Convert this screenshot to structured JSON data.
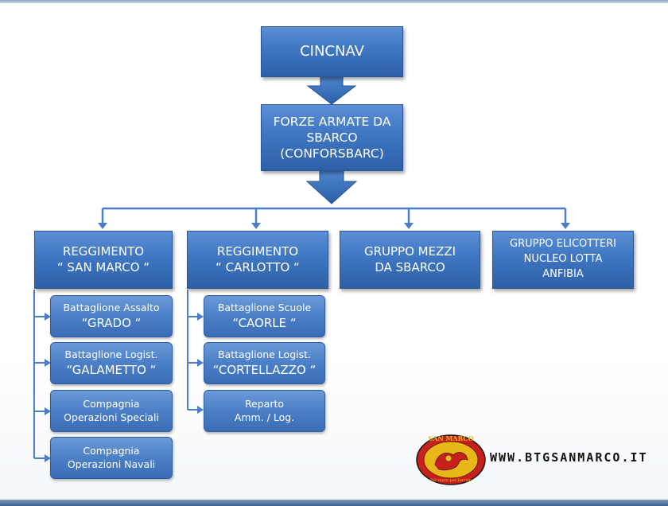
{
  "top": {
    "label": "CINCNAV"
  },
  "command": {
    "lines": [
      "FORZE ARMATE  DA",
      "SBARCO",
      "(CONFORSBARC)"
    ]
  },
  "units": [
    {
      "lines": [
        "REGGIMENTO",
        "“ SAN MARCO “"
      ],
      "subunits": [
        {
          "lines": [
            "Battaglione Assalto",
            "“GRADO “"
          ]
        },
        {
          "lines": [
            "Battaglione Logist.",
            "“GALAMETTO “"
          ]
        },
        {
          "lines": [
            "Compagnia",
            "Operazioni Speciali"
          ]
        },
        {
          "lines": [
            "Compagnia",
            "Operazioni Navali"
          ]
        }
      ]
    },
    {
      "lines": [
        "REGGIMENTO",
        "“ CARLOTTO “"
      ],
      "subunits": [
        {
          "lines": [
            "Battaglione Scuole",
            "“CAORLE “"
          ]
        },
        {
          "lines": [
            "Battaglione Logist.",
            "“CORTELLAZZO “"
          ]
        },
        {
          "lines": [
            "Reparto",
            "Amm. / Log."
          ]
        }
      ]
    },
    {
      "lines": [
        "GRUPPO MEZZI",
        "DA SBARCO"
      ],
      "subunits": []
    },
    {
      "lines": [
        "GRUPPO ELICOTTERI",
        "NUCLEO LOTTA",
        "ANFIBIA"
      ],
      "subunits": []
    }
  ],
  "logo": {
    "text": "WWW.BTGSANMARCO.IT",
    "badge_top": "SAN MARCO",
    "badge_bottom": "Per mare per terram"
  },
  "colors": {
    "box_blue": "#3f76c2",
    "connector_blue": "#4a7fc8",
    "logo_red": "#c8201c",
    "logo_gold": "#e8b81a"
  }
}
